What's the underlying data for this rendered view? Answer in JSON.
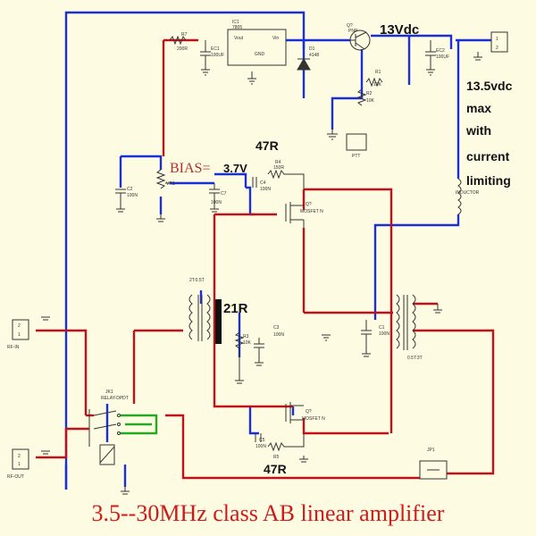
{
  "colors": {
    "background": "#fdfbe2",
    "wire_blue": "#1a2fd6",
    "wire_red": "#c0101a",
    "wire_green": "#22aa22",
    "component": "#333333",
    "title": "#d11a1a",
    "bias_text": "#b03030"
  },
  "annotations": {
    "v13": "13Vdc",
    "v135_1": "13.5vdc",
    "v135_2": "max",
    "v135_3": "with",
    "v135_4": "current",
    "v135_5": "limiting",
    "r47_top": "47R",
    "bias_label": "BIAS=",
    "bias_value": "3.7V",
    "r21": "21R",
    "r47_bottom": "47R"
  },
  "title": "3.5--30MHz class AB  linear amplifier",
  "components": {
    "ic1": "IC1",
    "ic1_part": "7805",
    "ic1_vout": "Vout",
    "ic1_vin": "Vin",
    "ic1_gnd": "GND",
    "r7": "R7",
    "r7_val": "200R",
    "ec1": "EC1",
    "ec1_val": "100UF",
    "d1": "D1",
    "d1_val": "4148",
    "q": "Q?",
    "q_type": "PNP",
    "ec2": "EC2",
    "ec2_val": "100UF",
    "r1": "R1",
    "r1_val": "10K",
    "r2": "R2",
    "r2_val": "10K",
    "ptt": "PTT",
    "c2": "C2",
    "c2_val": "100N",
    "vr1": "VR1",
    "c7": "C7",
    "c7_val": "100N",
    "c4": "C4",
    "c4_val": "100N",
    "r4": "R4",
    "r4_val": "150R",
    "q7": "Q?",
    "mosfet_top": "MOSFET N",
    "inductor": "INDUCTOR",
    "t1": "2T:0.5T",
    "r3": "R3",
    "r3_val": "10K",
    "c3": "C3",
    "c3_val": "100N",
    "c1": "C1",
    "c1_val": "100N",
    "t2": "0.5T:3T",
    "q8": "Q?",
    "mosfet_bottom": "MOSFET N",
    "c5": "C5",
    "c5_val": "100N",
    "r5": "R5",
    "jk1": "JK1",
    "relay": "RELAY-DPDT",
    "rf_in": "RF-IN",
    "rf_out": "RF-OUT",
    "jp1": "JP1",
    "conn_1": "1",
    "conn_2": "2"
  }
}
